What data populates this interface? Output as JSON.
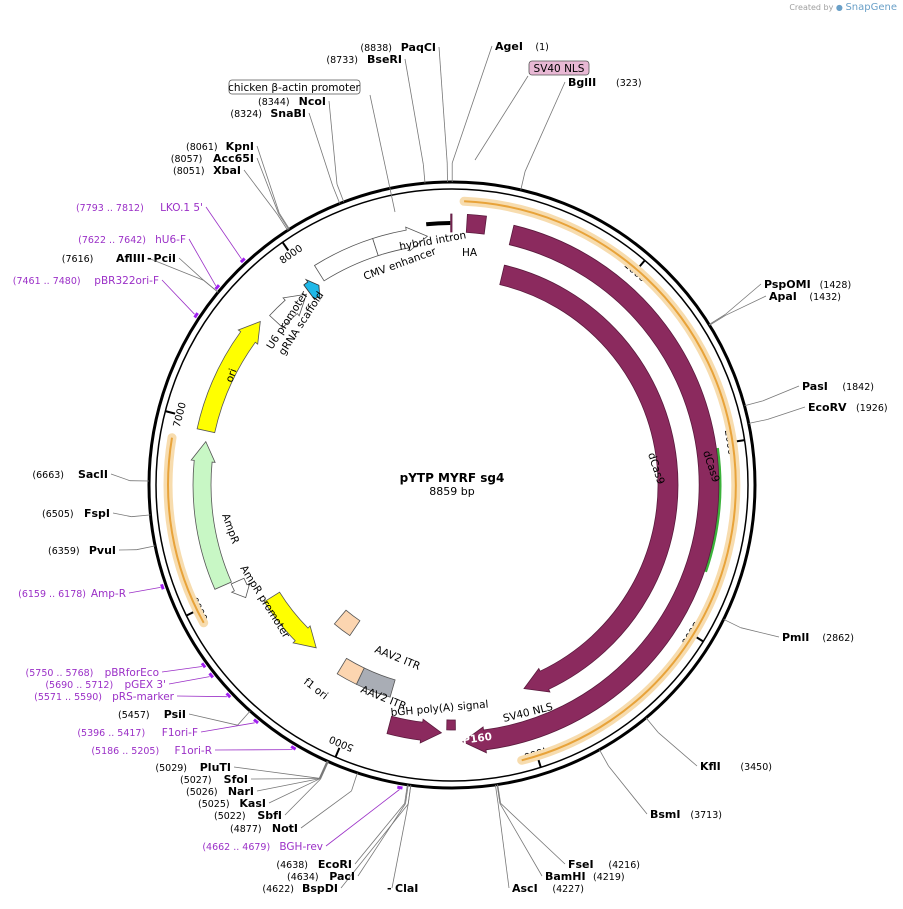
{
  "credit": {
    "prefix": "Created by",
    "brand": "SnapGene"
  },
  "map": {
    "name": "pYTP MYRF sg4",
    "length_label": "8859 bp",
    "length": 8859,
    "colors": {
      "cas9": "#8b2a5e",
      "yellow": "#ffff00",
      "amp": "#c8f7c5",
      "blue": "#1fb8e8",
      "orange_track": "#e8a33a",
      "orange_halo": "#f7dcae",
      "green": "#3bb23b",
      "itr": "#fcd5b0",
      "gray": "#a9adb5",
      "primer": "#9b30c7",
      "primer_mark": "#a020f0"
    },
    "ticks": [
      {
        "bp": 1000,
        "label": "1000"
      },
      {
        "bp": 2000,
        "label": "2000"
      },
      {
        "bp": 3000,
        "label": "3000"
      },
      {
        "bp": 4000,
        "label": "4000"
      },
      {
        "bp": 5000,
        "label": "5000"
      },
      {
        "bp": 6000,
        "label": "6000"
      },
      {
        "bp": 7000,
        "label": "7000"
      },
      {
        "bp": 8000,
        "label": "8000"
      }
    ],
    "sites": [
      {
        "name": "AgeI",
        "pos": "(1)",
        "bp": 1,
        "side": "right"
      },
      {
        "name": "BglII",
        "pos": "(323)",
        "bp": 323,
        "side": "right"
      },
      {
        "name": "PspOMI",
        "pos": "(1428)",
        "bp": 1428,
        "side": "right"
      },
      {
        "name": "ApaI",
        "pos": "(1432)",
        "bp": 1432,
        "side": "right"
      },
      {
        "name": "PasI",
        "pos": "(1842)",
        "bp": 1842,
        "side": "right"
      },
      {
        "name": "EcoRV",
        "pos": "(1926)",
        "bp": 1926,
        "side": "right"
      },
      {
        "name": "PmlI",
        "pos": "(2862)",
        "bp": 2862,
        "side": "right"
      },
      {
        "name": "KflI",
        "pos": "(3450)",
        "bp": 3450,
        "side": "right"
      },
      {
        "name": "BsmI",
        "pos": "(3713)",
        "bp": 3713,
        "side": "right"
      },
      {
        "name": "FseI",
        "pos": "(4216)",
        "bp": 4216,
        "side": "right"
      },
      {
        "name": "BamHI",
        "pos": "(4219)",
        "bp": 4219,
        "side": "right"
      },
      {
        "name": "AscI",
        "pos": "(4227)",
        "bp": 4227,
        "side": "right"
      },
      {
        "name": "ClaI",
        "pos": "",
        "bp": 4622,
        "side": "right"
      },
      {
        "name": "BspDI",
        "pos": "(4622)",
        "bp": 4622,
        "side": "left"
      },
      {
        "name": "PacI",
        "pos": "(4634)",
        "bp": 4634,
        "side": "left"
      },
      {
        "name": "EcoRI",
        "pos": "(4638)",
        "bp": 4638,
        "side": "left"
      },
      {
        "name": "NotI",
        "pos": "(4877)",
        "bp": 4877,
        "side": "left"
      },
      {
        "name": "SbfI",
        "pos": "(5022)",
        "bp": 5022,
        "side": "left"
      },
      {
        "name": "KasI",
        "pos": "(5025)",
        "bp": 5025,
        "side": "left"
      },
      {
        "name": "NarI",
        "pos": "(5026)",
        "bp": 5026,
        "side": "left"
      },
      {
        "name": "SfoI",
        "pos": "(5027)",
        "bp": 5027,
        "side": "left"
      },
      {
        "name": "PluTI",
        "pos": "(5029)",
        "bp": 5029,
        "side": "left"
      },
      {
        "name": "PsiI",
        "pos": "(5457)",
        "bp": 5457,
        "side": "left"
      },
      {
        "name": "PvuI",
        "pos": "(6359)",
        "bp": 6359,
        "side": "left"
      },
      {
        "name": "FspI",
        "pos": "(6505)",
        "bp": 6505,
        "side": "left"
      },
      {
        "name": "SacII",
        "pos": "(6663)",
        "bp": 6663,
        "side": "left"
      },
      {
        "name": "PciI",
        "pos": "",
        "bp": 7616,
        "side": "left"
      },
      {
        "name": "AflIII",
        "pos": "(7616)",
        "bp": 7616,
        "side": "left"
      },
      {
        "name": "XbaI",
        "pos": "(8051)",
        "bp": 8051,
        "side": "left"
      },
      {
        "name": "Acc65I",
        "pos": "(8057)",
        "bp": 8057,
        "side": "left"
      },
      {
        "name": "KpnI",
        "pos": "(8061)",
        "bp": 8061,
        "side": "left"
      },
      {
        "name": "SnaBI",
        "pos": "(8324)",
        "bp": 8324,
        "side": "left"
      },
      {
        "name": "NcoI",
        "pos": "(8344)",
        "bp": 8344,
        "side": "left"
      },
      {
        "name": "BseRI",
        "pos": "(8733)",
        "bp": 8733,
        "side": "left"
      },
      {
        "name": "PaqCI",
        "pos": "(8838)",
        "bp": 8838,
        "side": "left"
      }
    ],
    "primers": [
      {
        "name": "LKO.1 5'",
        "pos": "(7793 .. 7812)",
        "bp": 7802
      },
      {
        "name": "hU6-F",
        "pos": "(7622 .. 7642)",
        "bp": 7632
      },
      {
        "name": "pBR322ori-F",
        "pos": "(7461 .. 7480)",
        "bp": 7470
      },
      {
        "name": "Amp-R",
        "pos": "(6159 .. 6178)",
        "bp": 6168
      },
      {
        "name": "pBRforEco",
        "pos": "(5750 .. 5768)",
        "bp": 5759
      },
      {
        "name": "pGEX 3'",
        "pos": "(5690 .. 5712)",
        "bp": 5701
      },
      {
        "name": "pRS-marker",
        "pos": "(5571 .. 5590)",
        "bp": 5580
      },
      {
        "name": "F1ori-F",
        "pos": "(5396 .. 5417)",
        "bp": 5406
      },
      {
        "name": "F1ori-R",
        "pos": "(5186 .. 5205)",
        "bp": 5195
      },
      {
        "name": "BGH-rev",
        "pos": "(4662 .. 4679)",
        "bp": 4670
      }
    ],
    "features": [
      {
        "name": "SV40 NLS",
        "boxed": true
      },
      {
        "name": "chicken β-actin promoter",
        "boxed": true
      },
      {
        "name": "HA"
      },
      {
        "name": "hybrid intron"
      },
      {
        "name": "CMV enhancer"
      },
      {
        "name": "U6 promoter"
      },
      {
        "name": "gRNA scaffold"
      },
      {
        "name": "ori"
      },
      {
        "name": "AmpR"
      },
      {
        "name": "AmpR promoter"
      },
      {
        "name": "f1 ori"
      },
      {
        "name": "AAV2 ITR"
      },
      {
        "name": "AAV2 ITR"
      },
      {
        "name": "bGH poly(A) signal"
      },
      {
        "name": "VP160"
      },
      {
        "name": "SV40 NLS"
      },
      {
        "name": "dCas9"
      },
      {
        "name": "dCas9"
      }
    ]
  }
}
